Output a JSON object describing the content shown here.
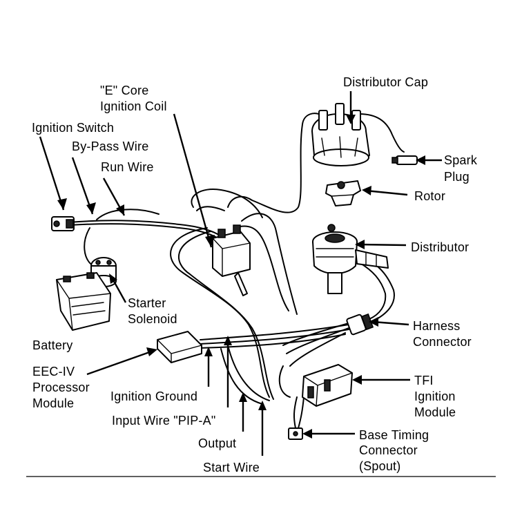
{
  "labels": {
    "e_core_line1": "\"E\" Core",
    "e_core_line2": "Ignition Coil",
    "ignition_switch": "Ignition Switch",
    "bypass_wire": "By-Pass Wire",
    "run_wire": "Run Wire",
    "distributor_cap": "Distributor Cap",
    "spark_plug_line1": "Spark",
    "spark_plug_line2": "Plug",
    "rotor": "Rotor",
    "distributor": "Distributor",
    "starter_solenoid_line1": "Starter",
    "starter_solenoid_line2": "Solenoid",
    "battery": "Battery",
    "harness_connector_line1": "Harness",
    "harness_connector_line2": "Connector",
    "eec_line1": "EEC-IV",
    "eec_line2": "Processor",
    "eec_line3": "Module",
    "ignition_ground": "Ignition Ground",
    "input_wire": "Input Wire \"PIP-A\"",
    "tfi_line1": "TFI",
    "tfi_line2": "Ignition",
    "tfi_line3": "Module",
    "output": "Output",
    "base_timing_line1": "Base Timing",
    "base_timing_line2": "Connector",
    "base_timing_line3": "(Spout)",
    "start_wire": "Start Wire"
  },
  "icons": [
    "ignition-switch",
    "ignition-coil",
    "distributor-cap",
    "spark-plug",
    "rotor",
    "distributor",
    "starter-solenoid",
    "battery",
    "eec-iv-module",
    "harness-connector",
    "tfi-module",
    "base-timing-connector"
  ]
}
